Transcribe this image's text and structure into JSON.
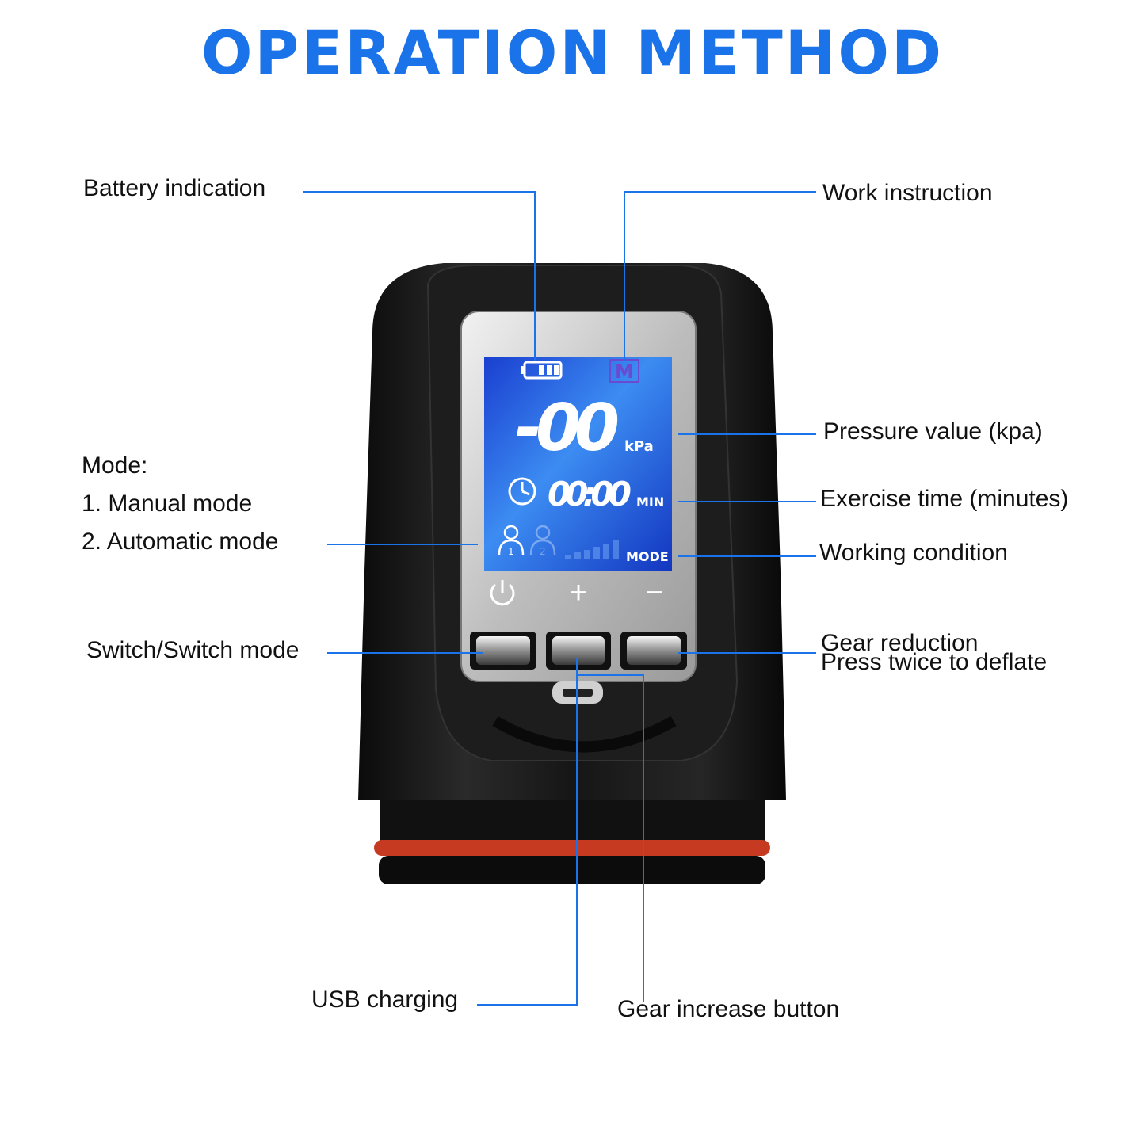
{
  "title": "OPERATION METHOD",
  "colors": {
    "accent": "#1a73e8",
    "lcd": "#1549d6",
    "body": "#141414",
    "ring": "#c63a22"
  },
  "labels": {
    "battery": "Battery indication",
    "work": "Work instruction",
    "pressure": "Pressure value (kpa)",
    "exercise": "Exercise time (minutes)",
    "working": "Working condition",
    "mode_header": "Mode:",
    "mode_1": "1. Manual mode",
    "mode_2": "2. Automatic mode",
    "switch": "Switch/Switch mode",
    "gear_reduction": "Gear reduction",
    "deflate": "Press twice to deflate",
    "usb": "USB charging",
    "gear_increase": "Gear increase button"
  },
  "lcd": {
    "mode_letter": "M",
    "pressure": "-00",
    "pressure_unit": "kPa",
    "time": "00:00",
    "time_unit": "MIN",
    "mode_tag": "MODE",
    "user_1": "1",
    "user_2": "2"
  },
  "buttons": {
    "power_icon": "power-icon",
    "plus": "+",
    "minus": "−"
  }
}
